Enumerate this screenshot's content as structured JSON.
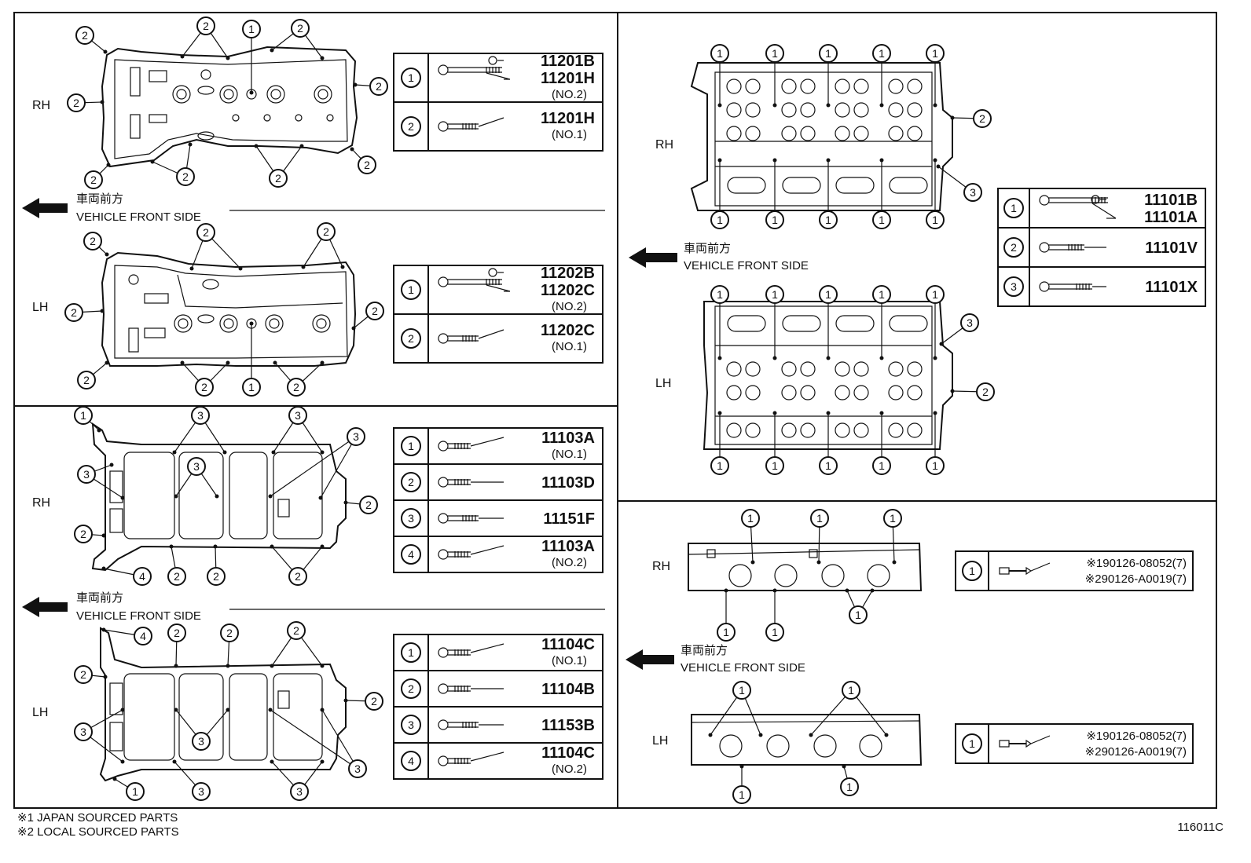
{
  "labels": {
    "rh": "RH",
    "lh": "LH",
    "front_jp": "車両前方",
    "front_en": "VEHICLE FRONT SIDE"
  },
  "callouts": {
    "c1": "1",
    "c2": "2",
    "c3": "3",
    "c4": "4"
  },
  "tables": {
    "cover_rh": [
      {
        "n": "1",
        "parts": [
          "11201B",
          "11201H"
        ],
        "note": "(NO.2)"
      },
      {
        "n": "2",
        "parts": [
          "11201H"
        ],
        "note": "(NO.1)"
      }
    ],
    "cover_lh": [
      {
        "n": "1",
        "parts": [
          "11202B",
          "11202C"
        ],
        "note": "(NO.2)"
      },
      {
        "n": "2",
        "parts": [
          "11202C"
        ],
        "note": "(NO.1)"
      }
    ],
    "housing_rh": [
      {
        "n": "1",
        "parts": [
          "11103A"
        ],
        "note": "(NO.1)"
      },
      {
        "n": "2",
        "parts": [
          "11103D"
        ],
        "note": ""
      },
      {
        "n": "3",
        "parts": [
          "11151F"
        ],
        "note": ""
      },
      {
        "n": "4",
        "parts": [
          "11103A"
        ],
        "note": "(NO.2)"
      }
    ],
    "housing_lh": [
      {
        "n": "1",
        "parts": [
          "11104C"
        ],
        "note": "(NO.1)"
      },
      {
        "n": "2",
        "parts": [
          "11104B"
        ],
        "note": ""
      },
      {
        "n": "3",
        "parts": [
          "11153B"
        ],
        "note": ""
      },
      {
        "n": "4",
        "parts": [
          "11104C"
        ],
        "note": "(NO.2)"
      }
    ],
    "head": [
      {
        "n": "1",
        "parts": [
          "11101B",
          "11101A"
        ],
        "note": ""
      },
      {
        "n": "2",
        "parts": [
          "11101V"
        ],
        "note": ""
      },
      {
        "n": "3",
        "parts": [
          "11101X"
        ],
        "note": ""
      }
    ],
    "stud_rh": {
      "n": "1",
      "lines": [
        "※190126-08052(7)",
        "※290126-A0019(7)"
      ]
    },
    "stud_lh": {
      "n": "1",
      "lines": [
        "※190126-08052(7)",
        "※290126-A0019(7)"
      ]
    }
  },
  "footer": {
    "note1": "※1 JAPAN SOURCED PARTS",
    "note2": "※2 LOCAL SOURCED PARTS",
    "code": "116011C"
  }
}
